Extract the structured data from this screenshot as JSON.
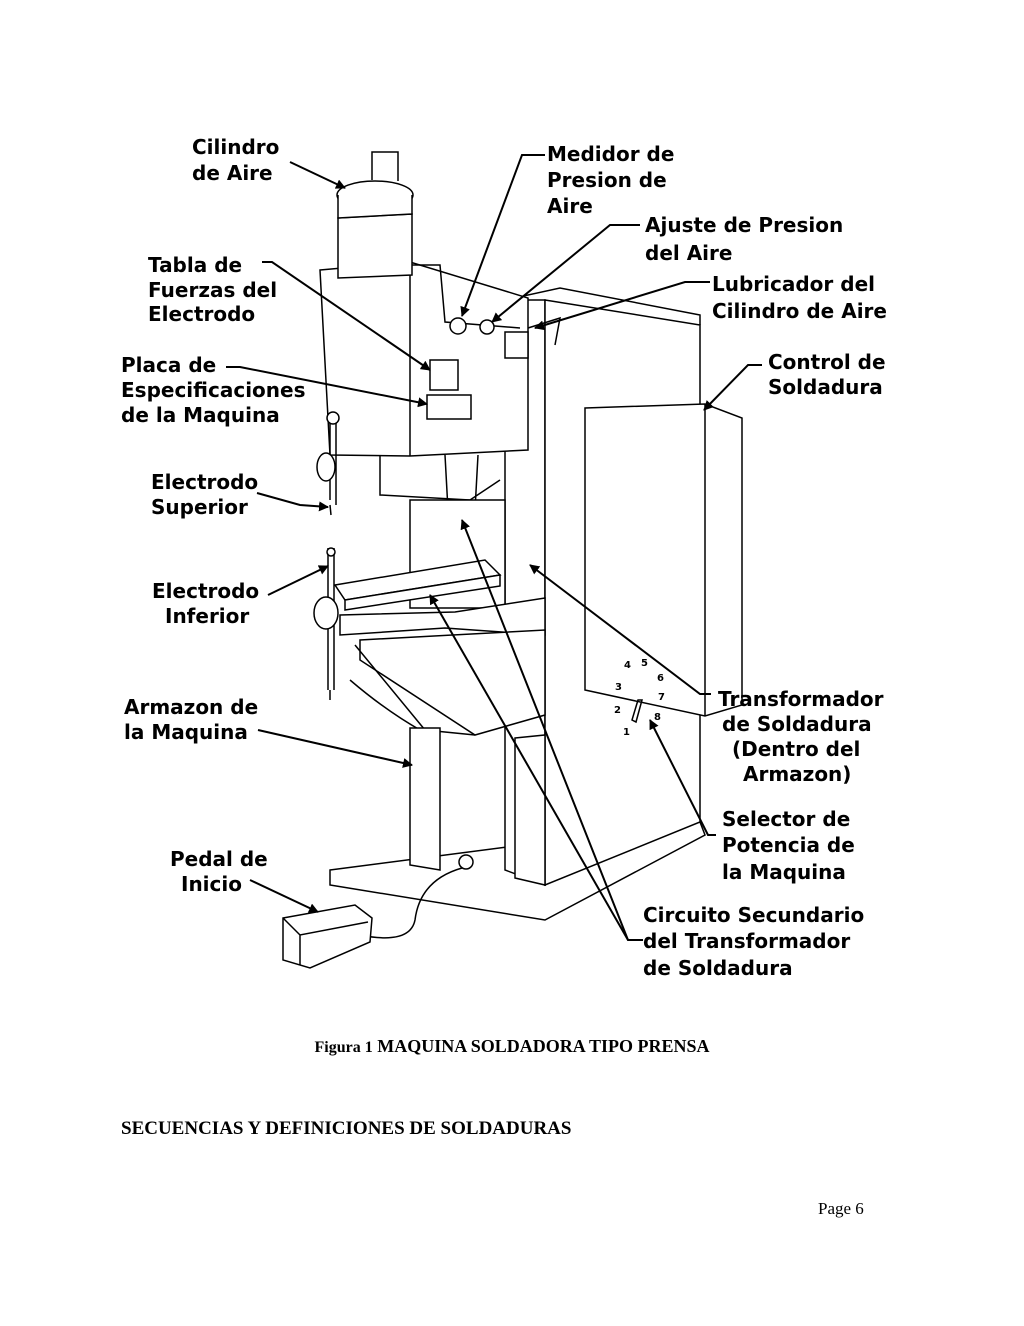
{
  "figure": {
    "labels": {
      "cilindro_line1": "Cilindro",
      "cilindro_line2": "de Aire",
      "medidor_line1": "Medidor de",
      "medidor_line2": "Presion de",
      "medidor_line3": "Aire",
      "ajuste_line1": "Ajuste de Presion",
      "ajuste_line2": "del Aire",
      "tabla_line1": "Tabla de",
      "tabla_line2": "Fuerzas del",
      "tabla_line3": "Electrodo",
      "lubricador_line1": "Lubricador del",
      "lubricador_line2": "Cilindro de Aire",
      "placa_line1": "Placa de",
      "placa_line2": "Especificaciones",
      "placa_line3": "de la Maquina",
      "control_line1": "Control de",
      "control_line2": "Soldadura",
      "sup_line1": "Electrodo",
      "sup_line2": "Superior",
      "inf_line1": "Electrodo",
      "inf_line2": "Inferior",
      "armazon_line1": "Armazon de",
      "armazon_line2": "la Maquina",
      "trans_line1": "Transformador",
      "trans_line2": "de Soldadura",
      "trans_line3": "(Dentro del",
      "trans_line4": "Armazon)",
      "selector_line1": "Selector de",
      "selector_line2": "Potencia de",
      "selector_line3": "la Maquina",
      "pedal_line1": "Pedal de",
      "pedal_line2": "Inicio",
      "circuito_line1": "Circuito Secundario",
      "circuito_line2": "del Transformador",
      "circuito_line3": "de Soldadura"
    },
    "dial_numbers": [
      "1",
      "2",
      "3",
      "4",
      "5",
      "6",
      "7",
      "8"
    ]
  },
  "caption": {
    "prefix": "Figura 1",
    "title": "MAQUINA SOLDADORA TIPO PRENSA"
  },
  "section_heading": "SECUENCIAS Y DEFINICIONES DE SOLDADURAS",
  "page_label": "Page 6"
}
